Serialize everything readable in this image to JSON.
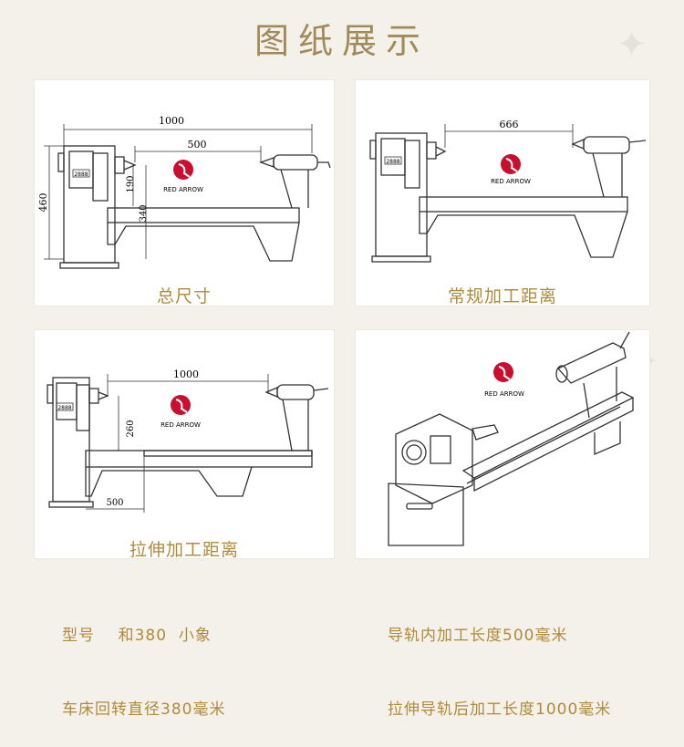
{
  "title": "图纸展示",
  "panels": [
    {
      "caption": "总尺寸",
      "dims": {
        "total_length": "1000",
        "distance": "500",
        "height_total": "460",
        "height_mid": "340",
        "height_center": "190"
      },
      "panel_label": "2888",
      "logo_text": "RED ARROW"
    },
    {
      "caption": "常规加工距离",
      "dims": {
        "distance": "666"
      },
      "panel_label": "2888",
      "logo_text": "RED ARROW"
    },
    {
      "caption": "拉伸加工距离",
      "dims": {
        "distance": "1000",
        "height": "260",
        "bed_offset": "500"
      },
      "panel_label": "2888",
      "logo_text": "RED ARROW"
    },
    {
      "caption": "",
      "logo_text": "RED ARROW"
    }
  ],
  "spec_left": [
    "型号    和380  小象",
    "车床回转直径380毫米"
  ],
  "spec_right": [
    "导轨内加工长度500毫米",
    "拉伸导轨后加工长度1000毫米"
  ],
  "colors": {
    "title": "#a08a5a",
    "caption": "#b08a3a",
    "logo_red": "#c8102e",
    "line": "#333333"
  }
}
